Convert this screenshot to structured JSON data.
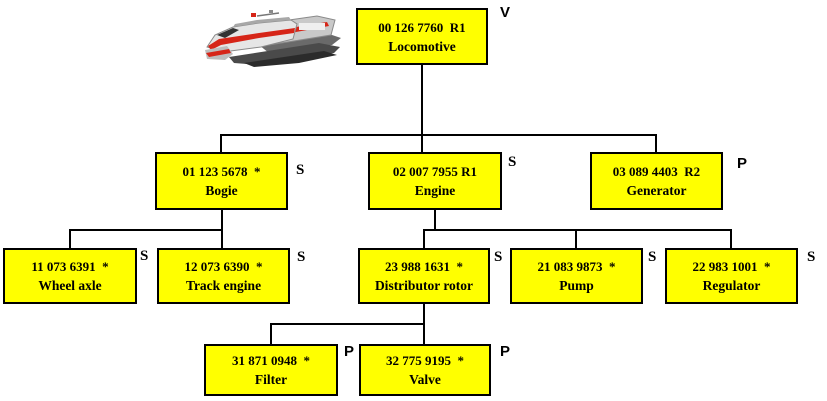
{
  "diagram_type": "product-structure-tree",
  "colors": {
    "background": "#ffffff",
    "box_fill": "#ffff00",
    "box_border": "#000000",
    "line": "#000000",
    "train_red": "#d62518",
    "train_body": "#e6e6e6",
    "train_shadow": "#3a3a3a"
  },
  "icons": {
    "train": "high-speed-train-icon"
  },
  "nodes": {
    "locomotive": {
      "number": "00 126 7760  R1",
      "name": "Locomotive",
      "type": "V"
    },
    "bogie": {
      "number": "01 123 5678  *",
      "name": "Bogie",
      "type": "S"
    },
    "engine": {
      "number": "02 007 7955 R1",
      "name": "Engine",
      "type": "S"
    },
    "generator": {
      "number": "03 089 4403  R2",
      "name": "Generator",
      "type": "P"
    },
    "wheel_axle": {
      "number": "11 073 6391  *",
      "name": "Wheel axle",
      "type": "S"
    },
    "track_engine": {
      "number": "12 073 6390  *",
      "name": "Track engine",
      "type": "S"
    },
    "distributor_rotor": {
      "number": "23 988 1631  *",
      "name": "Distributor rotor",
      "type": "S"
    },
    "pump": {
      "number": "21 083 9873  *",
      "name": "Pump",
      "type": "S"
    },
    "regulator": {
      "number": "22 983 1001  *",
      "name": "Regulator",
      "type": "S"
    },
    "filter": {
      "number": "31 871 0948  *",
      "name": "Filter",
      "type": "P"
    },
    "valve": {
      "number": "32 775 9195  *",
      "name": "Valve",
      "type": "P"
    }
  },
  "edges": [
    [
      "locomotive",
      "bogie"
    ],
    [
      "locomotive",
      "engine"
    ],
    [
      "locomotive",
      "generator"
    ],
    [
      "bogie",
      "wheel_axle"
    ],
    [
      "bogie",
      "track_engine"
    ],
    [
      "engine",
      "distributor_rotor"
    ],
    [
      "engine",
      "pump"
    ],
    [
      "engine",
      "regulator"
    ],
    [
      "distributor_rotor",
      "filter"
    ],
    [
      "distributor_rotor",
      "valve"
    ]
  ]
}
